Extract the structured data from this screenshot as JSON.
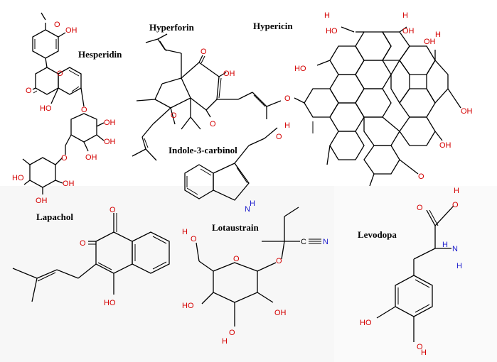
{
  "compounds": {
    "hesperidin": {
      "name": "Hesperidin"
    },
    "hyperforin": {
      "name": "Hyperforin"
    },
    "hypericin": {
      "name": "Hypericin"
    },
    "indole_3_carbinol": {
      "name": "Indole-3-carbinol"
    },
    "lapachol": {
      "name": "Lapachol"
    },
    "lotaustrain": {
      "name": "Lotaustrain"
    },
    "levodopa": {
      "name": "Levodopa"
    }
  },
  "atom_labels": {
    "o": "O",
    "oh": "OH",
    "ho": "HO",
    "h": "H",
    "n": "N",
    "nh": "NH",
    "c": "C"
  },
  "colors": {
    "oxygen": "#d40000",
    "nitrogen": "#1a1acc",
    "bond": "#000000",
    "background": "#ffffff",
    "panel_background": "#f6f6f6"
  }
}
